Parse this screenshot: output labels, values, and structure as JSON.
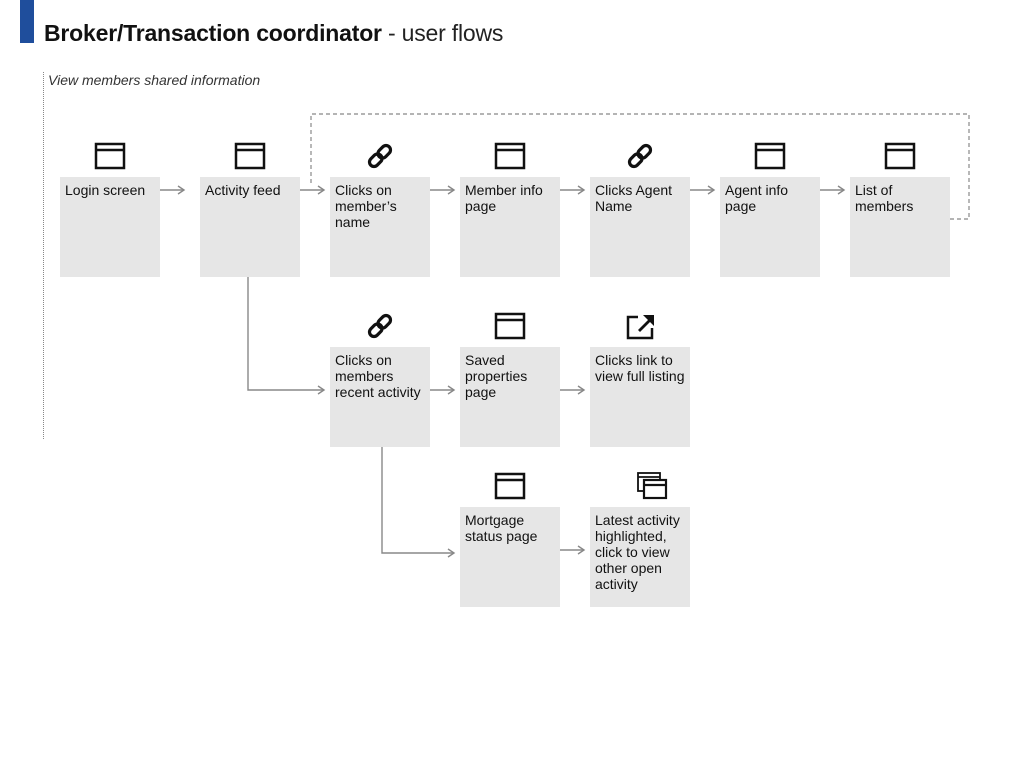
{
  "page": {
    "title_bold": "Broker/Transaction coordinator",
    "title_rest": " - user flows",
    "section_label": "View members shared information"
  },
  "nodes": [
    {
      "id": "login-screen",
      "label": "Login screen",
      "icon": "window-icon"
    },
    {
      "id": "activity-feed",
      "label": "Activity feed",
      "icon": "window-icon"
    },
    {
      "id": "clicks-members-name",
      "label": "Clicks on member’s name",
      "icon": "link-icon"
    },
    {
      "id": "member-info-page",
      "label": "Member info page",
      "icon": "window-icon"
    },
    {
      "id": "clicks-agent-name",
      "label": "Clicks Agent Name",
      "icon": "link-icon"
    },
    {
      "id": "agent-info-page",
      "label": "Agent info page",
      "icon": "window-icon"
    },
    {
      "id": "list-of-members",
      "label": "List of members",
      "icon": "window-icon"
    },
    {
      "id": "clicks-recent-activity",
      "label": "Clicks on members recent activity",
      "icon": "link-icon"
    },
    {
      "id": "saved-properties-page",
      "label": "Saved properties page",
      "icon": "window-icon"
    },
    {
      "id": "clicks-full-listing",
      "label": "Clicks link to view full listing",
      "icon": "external-link-icon"
    },
    {
      "id": "mortgage-status-page",
      "label": "Mortgage status page",
      "icon": "window-icon"
    },
    {
      "id": "latest-activity",
      "label": "Latest activity highlighted, click to view other open activity",
      "icon": "stacked-windows-icon"
    }
  ],
  "colors": {
    "accent": "#1f4e9c",
    "node_fill": "#e6e6e6",
    "connector": "#888888"
  }
}
